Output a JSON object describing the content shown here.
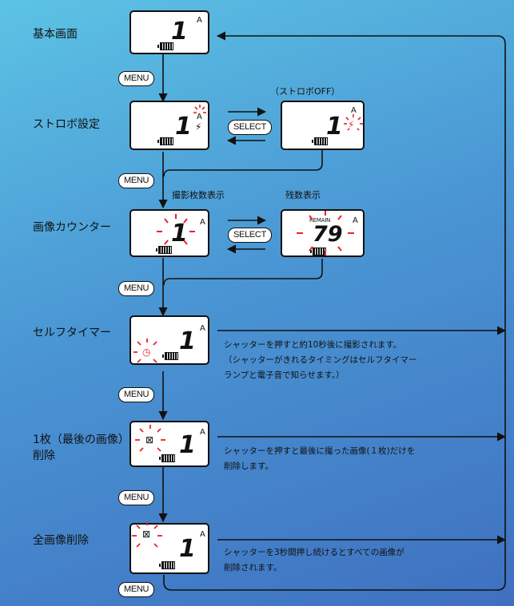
{
  "colors": {
    "flash": "#e8212b",
    "line": "#111111"
  },
  "steps": [
    {
      "label": "基本画面"
    },
    {
      "label": "ストロボ設定"
    },
    {
      "label": "画像カウンター"
    },
    {
      "label": "セルフタイマー"
    },
    {
      "label": "1枚（最後の画像）\n削除"
    },
    {
      "label": "全画像削除"
    }
  ],
  "buttons": {
    "menu": "MENU",
    "select": "SELECT"
  },
  "lcd": {
    "digit": "1",
    "mode": "A",
    "remain_label": "REMAIN",
    "remain_count": "79"
  },
  "captions": {
    "strobe_off": "（ストロボOFF）",
    "shots_display": "撮影枚数表示",
    "remaining_display": "残数表示"
  },
  "notes": {
    "self_timer": "シャッターを押すと約10秒後に撮影されます。\n（シャッターがきれるタイミングはセルフタイマー\nランプと電子音で知らせます。）",
    "delete_one": "シャッターを押すと最後に撮った画像(１枚)だけを\n削除します。",
    "delete_all": "シャッターを3秒間押し続けるとすべての画像が\n削除されます。"
  },
  "icons": [
    "flash-icon",
    "flash-off-icon",
    "self-timer-icon",
    "delete-one-icon",
    "delete-all-icon",
    "battery-icon"
  ]
}
